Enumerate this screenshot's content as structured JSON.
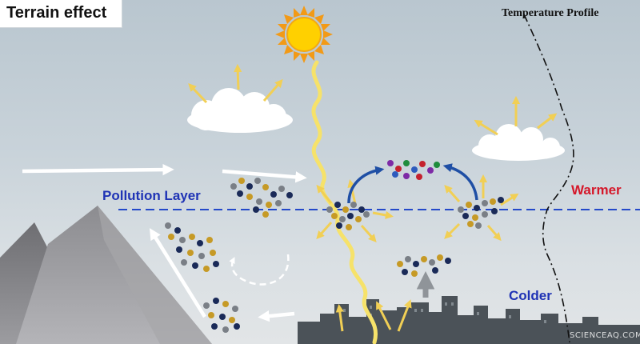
{
  "title": "Terrain effect",
  "temperature_profile_label": "Temperature Profile",
  "pollution_layer_label": "Pollution Layer",
  "warmer_label": "Warmer",
  "colder_label": "Colder",
  "watermark": "SCIENCEAQ.COM",
  "colors": {
    "pollution_layer_line": "#2449c9",
    "warmer_text": "#d5182a",
    "colder_text": "#1f33b5",
    "sun": "#ffd000",
    "sun_rays": "#f29a17",
    "reflection_arrows": "#f1cf55",
    "curved_arrows": "#1f4fa5",
    "particle_gold": "#c69a26",
    "particle_grey": "#7a7f86",
    "particle_navy": "#1a2a58"
  },
  "icons": [
    "sun-icon",
    "cloud-icon",
    "mountain-icon",
    "city-skyline-icon",
    "wind-arrow-icon",
    "sunlight-beam-icon",
    "particle-cluster-icon"
  ]
}
